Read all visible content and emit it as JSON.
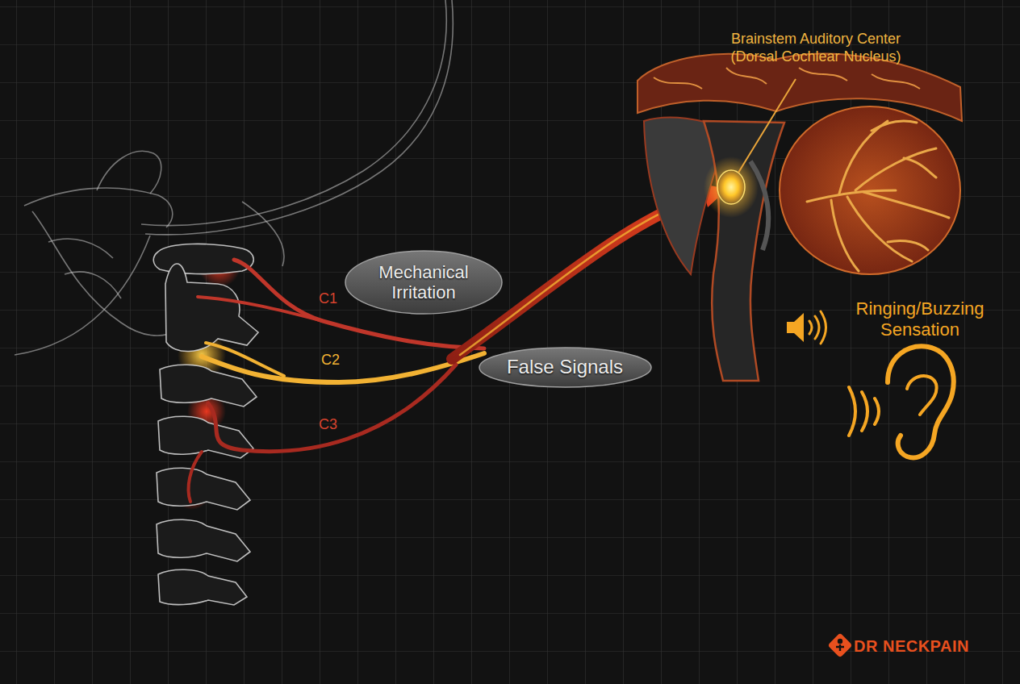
{
  "diagram": {
    "nodes": [
      {
        "text": [
          "Mechanical Irritation"
        ]
      },
      {
        "text": [
          "False Signals"
        ]
      }
    ],
    "labels": [
      "Brainstem Auditory Center (Dorsal Cochlear Nucleus)",
      "C1",
      "C2",
      "C3",
      "Ringing/Buzzing Sensation",
      "DR NECKPAIN"
    ]
  }
}
